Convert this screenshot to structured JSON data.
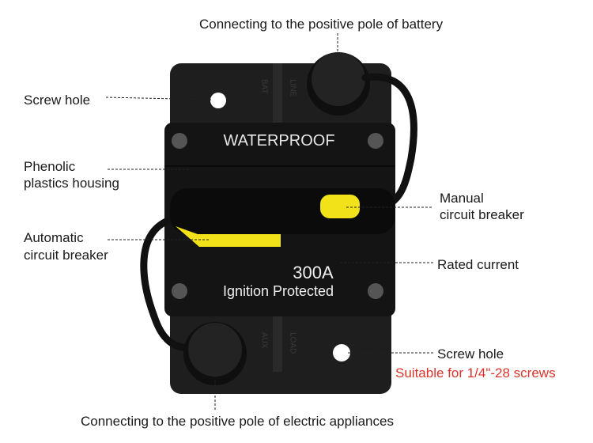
{
  "callouts": {
    "top_terminal": "Connecting to the positive pole of battery",
    "screw_hole_top": "Screw hole",
    "phenolic_line1": "Phenolic",
    "phenolic_line2": "plastics housing",
    "manual_line1": "Manual",
    "manual_line2": "circuit breaker",
    "automatic_line1": "Automatic",
    "automatic_line2": "circuit breaker",
    "rated_current": "Rated current",
    "screw_hole_bottom": "Screw hole",
    "screw_note": "Suitable for 1/4\"-28 screws",
    "bottom_terminal": "Connecting to the positive pole of electric appliances"
  },
  "device": {
    "header_text": "WATERPROOF",
    "rating": "300A",
    "subtitle": "Ignition Protected",
    "top_terminal_letters": "BAT",
    "top_terminal_letters_b": "LINE",
    "bottom_terminal_letters": "AUX",
    "bottom_terminal_letters_b": "LOAD"
  },
  "colors": {
    "body": "#141414",
    "plate": "#1e1e1e",
    "lever": "#f2e21a",
    "note": "#d9342b"
  }
}
